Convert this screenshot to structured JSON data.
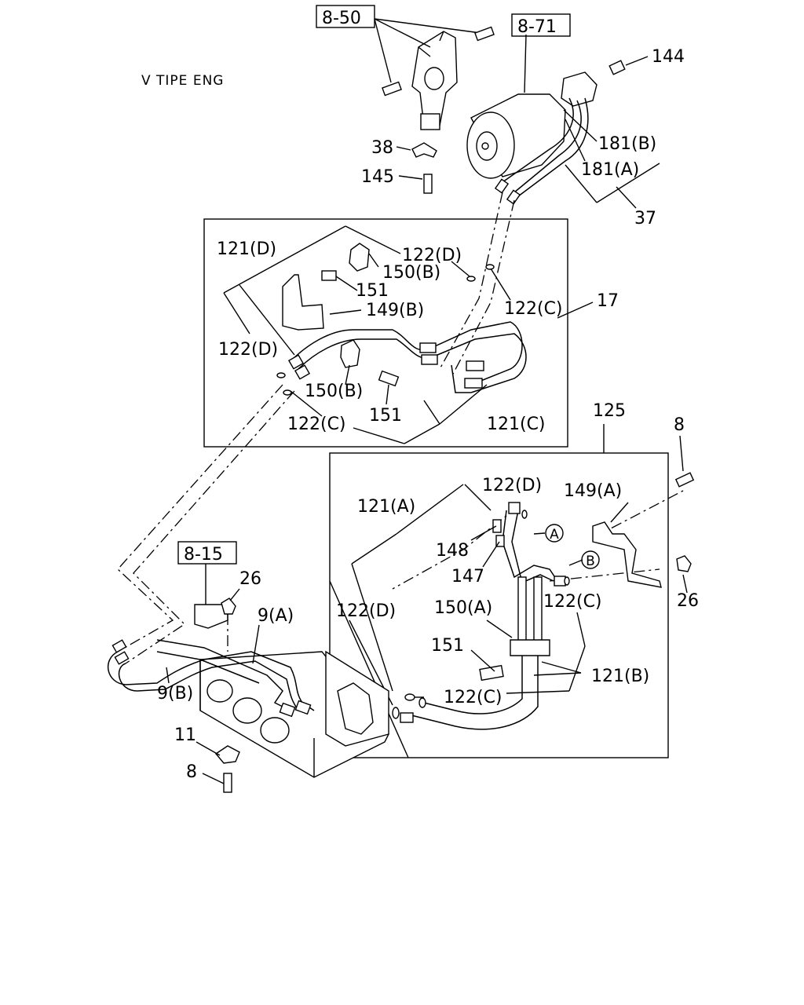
{
  "title": "V TIPE ENG",
  "references": [
    "8-50",
    "8-71",
    "8-15"
  ],
  "labels": {
    "l144": "144",
    "l181b": "181(B)",
    "l181a": "181(A)",
    "l37": "37",
    "l38": "38",
    "l145": "145",
    "l121d_top": "121(D)",
    "l122d_top": "122(D)",
    "l150b_top": "150(B)",
    "l151_top": "151",
    "l149b": "149(B)",
    "l122c_top": "122(C)",
    "l17": "17",
    "l122d_left": "122(D)",
    "l150b_mid": "150(B)",
    "l151_mid": "151",
    "l122c_bot": "122(C)",
    "l121c": "121(C)",
    "l125": "125",
    "l8_right": "8",
    "l122d_r": "122(D)",
    "l149a": "149(A)",
    "l121a": "121(A)",
    "l148": "148",
    "l147": "147",
    "l26_right": "26",
    "l122c_r": "122(C)",
    "l150a": "150(A)",
    "l151_r": "151",
    "l121b": "121(B)",
    "l122d_low": "122(D)",
    "l122c_low": "122(C)",
    "l26_left": "26",
    "l9a": "9(A)",
    "l9b": "9(B)",
    "l11": "11",
    "l8_left": "8",
    "markA": "A",
    "markB": "B"
  }
}
